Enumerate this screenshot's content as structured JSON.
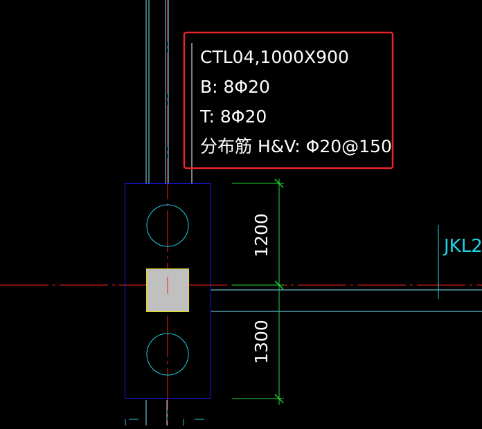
{
  "annotation": {
    "line1": "CTL04,1000X900",
    "line2": "B: 8Φ20",
    "line3": "T: 8Φ20",
    "line4": "分布筋 H&V: Φ20@150"
  },
  "dimensions": {
    "upper": "1200",
    "lower": "1300"
  },
  "beam_label": "JKL2",
  "bottom_text": "",
  "colors": {
    "background": "#000000",
    "highlight_box": "#e8262a",
    "axis": "#ff2020",
    "cap_outline": "#1a1aff",
    "pile": "#22d3e6",
    "beam": "#7fe6ff",
    "dimension": "#22dd33",
    "column_fill": "#c0c0c0",
    "column_outline": "#e8e000",
    "text": "#ffffff"
  }
}
